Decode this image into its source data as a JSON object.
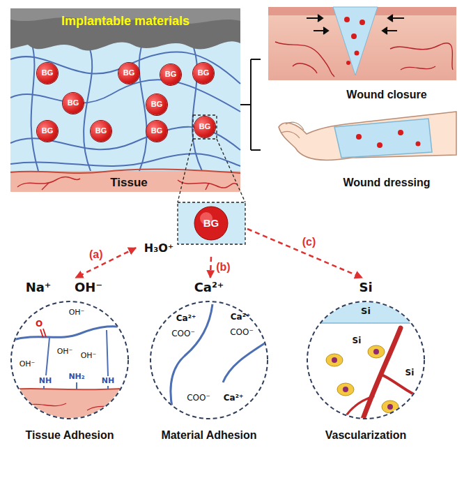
{
  "diagram": {
    "nodes": [
      {
        "text": [
          "Implantable materials"
        ]
      },
      {
        "text": [
          "Tissue"
        ]
      },
      {
        "text": [
          "BG"
        ]
      },
      {
        "text": [
          "BG"
        ]
      },
      {
        "text": [
          "BG"
        ]
      },
      {
        "text": [
          "BG"
        ]
      },
      {
        "text": [
          "BG"
        ]
      },
      {
        "text": [
          "BG"
        ]
      },
      {
        "text": [
          "BG"
        ]
      },
      {
        "text": [
          "BG"
        ]
      },
      {
        "text": [
          "BG"
        ]
      },
      {
        "text": [
          "BG"
        ]
      },
      {
        "text": [
          "H₃O⁺",
          "BG"
        ]
      },
      {
        "text": [
          "Na⁺",
          "OH⁻",
          "OH⁻",
          "OH⁻",
          "OH⁻",
          "OH⁻",
          "O",
          "NH",
          "NH₂",
          "NH",
          "Tissue Adhesion"
        ]
      },
      {
        "text": [
          "Ca²⁺",
          "Ca²⁺",
          "COO⁻",
          "Ca²⁺",
          "COO⁻",
          "COO⁻",
          "Ca²⁺",
          "Material Adhesion"
        ]
      },
      {
        "text": [
          "Si",
          "Si",
          "Si",
          "Si",
          "Vascularization"
        ]
      }
    ],
    "edges": [
      {
        "from": 12,
        "to": 13,
        "arrow": "both",
        "label": "(a)"
      },
      {
        "from": 12,
        "to": 14,
        "arrow": "to",
        "label": "(b)"
      },
      {
        "from": 12,
        "to": 15,
        "arrow": "to",
        "label": "(c)"
      }
    ],
    "labels": [
      "Wound closure",
      "Wound dressing"
    ]
  }
}
